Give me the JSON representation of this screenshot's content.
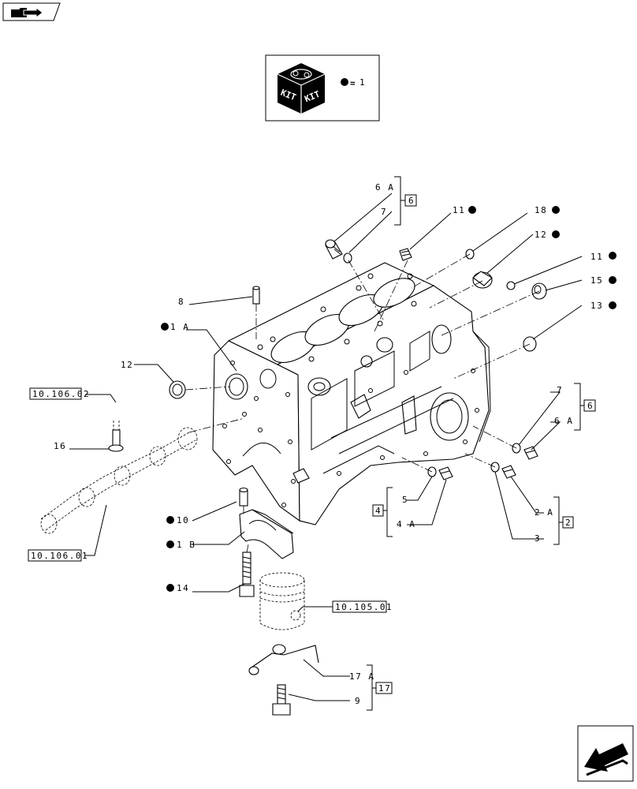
{
  "kit": {
    "label_left": "KIT",
    "label_right": "KIT",
    "legend_equals": "=",
    "legend_value": "1"
  },
  "refs": {
    "r_10_106_02": "10.106.02",
    "r_10_106_01": "10.106.01",
    "r_10_105_01": "10.105.01",
    "box_6_top": "6",
    "box_6_right": "6",
    "box_4": "4",
    "box_2": "2",
    "box_17": "17"
  },
  "callouts": {
    "c6A_top": "6 A",
    "c7_top": "7",
    "c11_top": "11",
    "c18": "18",
    "c12_right": "12",
    "c11_right": "11",
    "c15": "15",
    "c13": "13",
    "c8": "8",
    "c1A": "1 A",
    "c12_left": "12",
    "c16": "16",
    "c7_right": "7",
    "c6A_right": "6 A",
    "c5": "5",
    "c4A": "4 A",
    "c2A": "2 A",
    "c3": "3",
    "c10": "10",
    "c1B": "1 B",
    "c14": "14",
    "c17A": "17 A",
    "c9": "9"
  }
}
